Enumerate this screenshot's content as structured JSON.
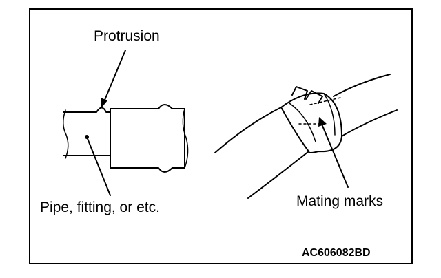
{
  "labels": {
    "protrusion": "Protrusion",
    "pipe": "Pipe, fitting, or etc.",
    "mating_marks": "Mating marks",
    "figure_code": "AC606082BD"
  },
  "colors": {
    "line": "#000000",
    "background": "#ffffff"
  }
}
